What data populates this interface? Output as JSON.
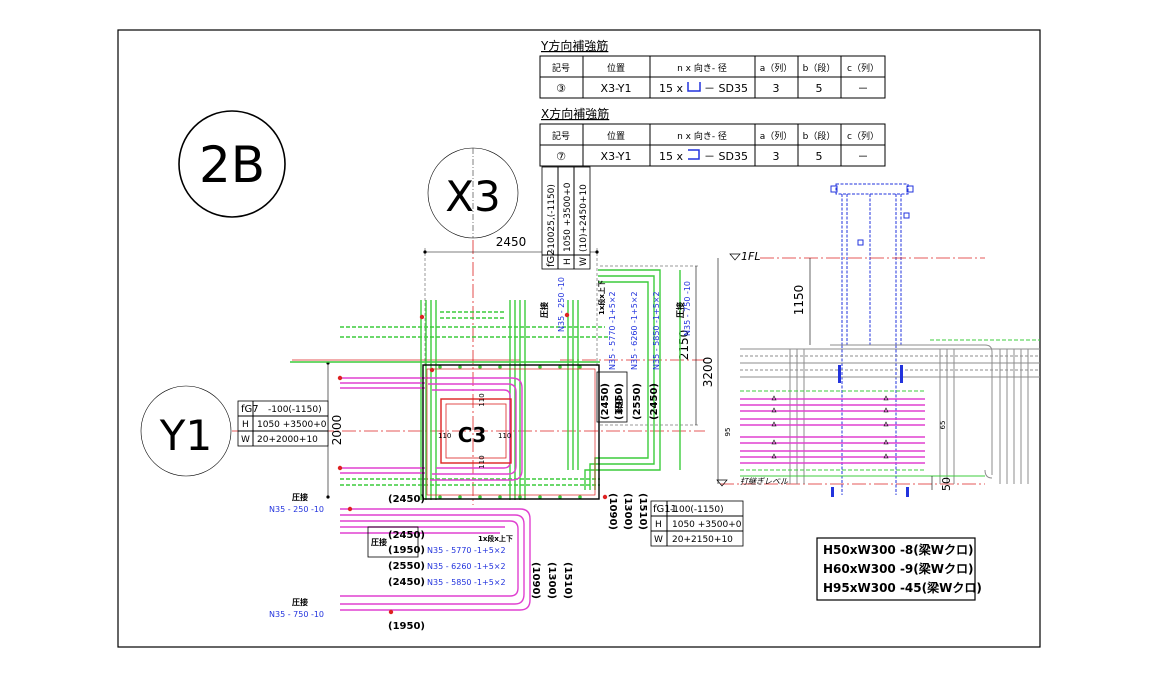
{
  "drawing_id": "2B",
  "grid_x_label": "X3",
  "grid_y_label": "Y1",
  "column_label": "C3",
  "tables": [
    {
      "title": "Y方向補強筋",
      "headers": [
        "記号",
        "位置",
        "n x 向き- 径",
        "a（列）",
        "b（段）",
        "c（列）"
      ],
      "row": {
        "mark": "③",
        "position": "X3-Y1",
        "spec_prefix": "15 x",
        "spec_suffix": "－ SD35",
        "a": "3",
        "b": "5",
        "c": "－"
      }
    },
    {
      "title": "X方向補強筋",
      "headers": [
        "記号",
        "位置",
        "n x 向き- 径",
        "a（列）",
        "b（段）",
        "c（列）"
      ],
      "row": {
        "mark": "⑦",
        "position": "X3-Y1",
        "spec_prefix": "15 x",
        "spec_suffix": "－ SD35",
        "a": "3",
        "b": "5",
        "c": "－"
      }
    }
  ],
  "beams": {
    "fg2": {
      "name": "fG2",
      "level": "-10025,(-1150)",
      "h_label": "H",
      "h": "1050 +3500+0",
      "w_label": "W",
      "w": "(10)+2450+10"
    },
    "fg7": {
      "name": "fG7",
      "level": "-100(-1150)",
      "h_label": "H",
      "h": "1050 +3500+0",
      "w_label": "W",
      "w": "20+2000+10"
    },
    "fg11": {
      "name": "fG11",
      "level": "-100(-1150)",
      "h_label": "H",
      "h": "1050 +3500+0",
      "w_label": "W",
      "w": "20+2150+10"
    }
  },
  "dimensions": {
    "d2450": "2450",
    "d2000": "2000",
    "d2150": "2150",
    "d3200": "3200",
    "d1150": "1150",
    "d50": "50",
    "d110a": "110",
    "d110b": "110",
    "d110c": "110",
    "d110d": "110",
    "d95": "95",
    "d65": "65"
  },
  "rebar_labels": {
    "splice": "圧接",
    "splice_left": "圧接",
    "splice_left2": "圧接",
    "splice_top": "圧接",
    "splice_top2": "圧接",
    "n35_250": "N35 - 250 -10",
    "n35_750": "N35 - 750 -10",
    "n35_5770": "N35 - 5770 -1+5×2",
    "n35_6260": "N35 - 6260 -1+5×2",
    "n35_5850": "N35 - 5850 -1+5×2",
    "n35_5770_v": "N35 - 5770 -1+5×2",
    "n35_6260_v": "N35 - 6260 -1+5×2",
    "n35_5850_v": "N35 - 5850 -1+5×2",
    "n35_250_v": "N35 - 250 -10",
    "n35_750_v": "N35 - 750 -10",
    "updown": "1x段x上下",
    "updown_v": "1x段x上下",
    "b2450a": "(2450)",
    "b1950a": "(1950)",
    "b2550a": "(2550)",
    "b2450b": "(2450)",
    "b2450c": "(2450)",
    "b1950b": "(1950)",
    "v2450a": "(2450)",
    "v1950a": "(1950)",
    "v2550a": "(2550)",
    "v2450b": "(2450)",
    "v1090": "(1090)",
    "v1300": "(1300)",
    "v1510": "(1510)",
    "h1090": "(1090)",
    "h1300": "(1300)",
    "h1510": "(1510)"
  },
  "section": {
    "fl_label": "1FL",
    "pour_label": "打継ぎレベル"
  },
  "legend": [
    "H50xW300 -8(梁Wクロ)",
    "H60xW300 -9(梁Wクロ)",
    "H95xW300 -45(梁Wクロ)"
  ],
  "colors": {
    "magenta": "#e040d0",
    "green": "#3ccc3c",
    "red": "#dd2222",
    "blue": "#2233dd",
    "gray": "#8c8c8c"
  }
}
